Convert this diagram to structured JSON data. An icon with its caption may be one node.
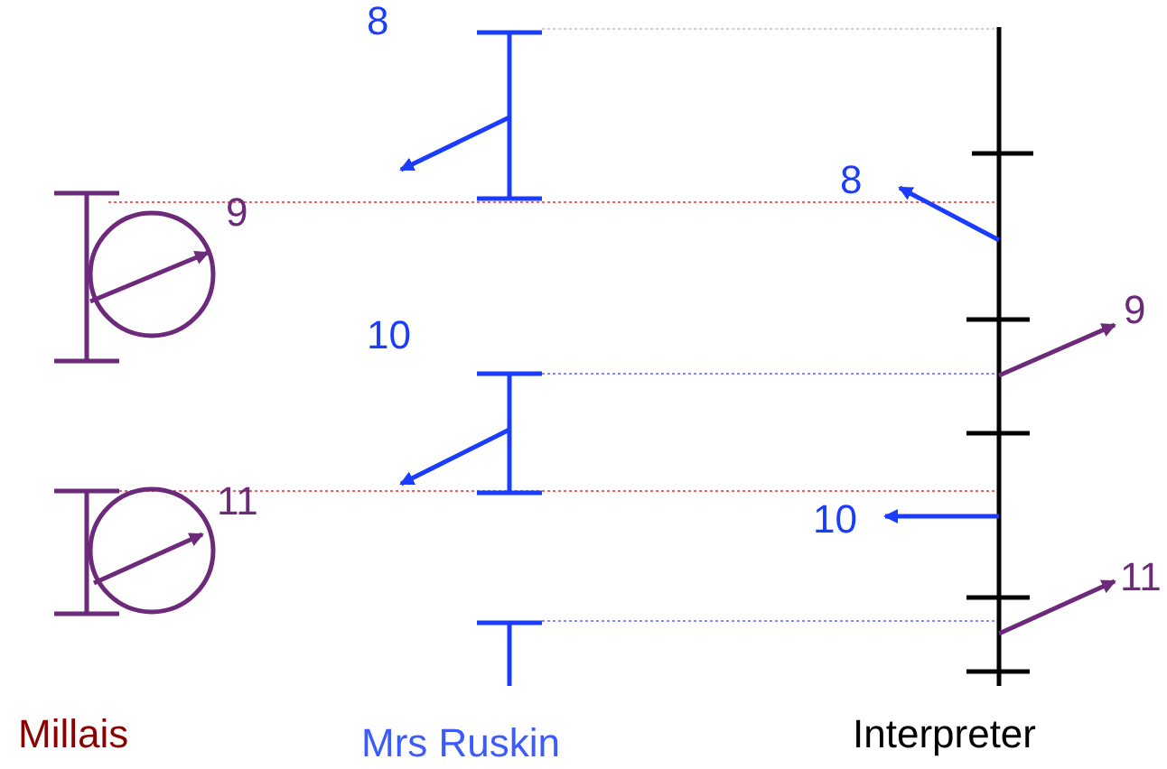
{
  "diagram": {
    "labels": [
      "8",
      "8",
      "9",
      "9",
      "10",
      "11",
      "10",
      "11",
      "Millais",
      "Mrs Ruskin",
      "Interpreter"
    ]
  }
}
